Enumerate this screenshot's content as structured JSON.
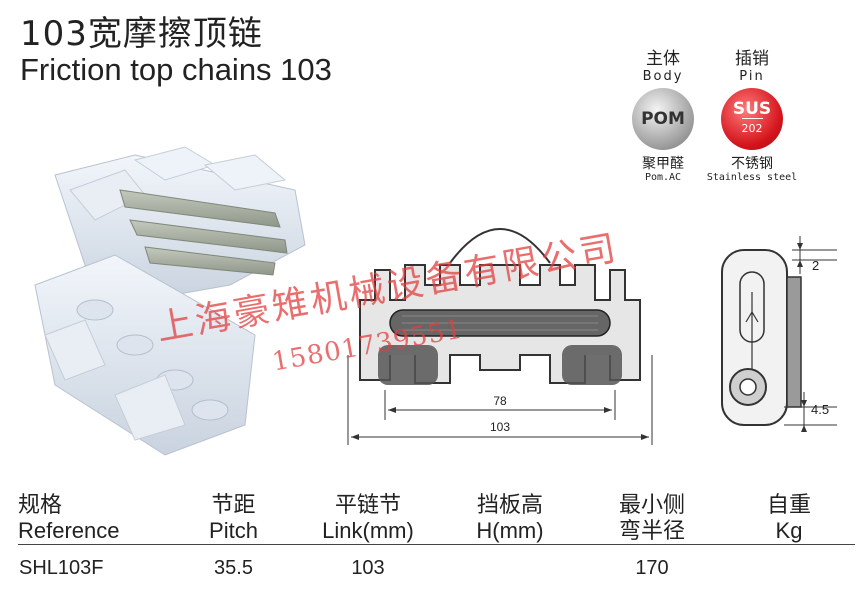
{
  "title": {
    "cn": "103宽摩擦顶链",
    "en": "Friction top chains 103"
  },
  "materials": [
    {
      "label_cn": "主体",
      "label_en": "Body",
      "badge": "POM",
      "grade": "",
      "name_cn": "聚甲醛",
      "name_en": "Pom.AC",
      "color": "#9a9a9a"
    },
    {
      "label_cn": "插销",
      "label_en": "Pin",
      "badge": "SUS",
      "grade": "202",
      "name_cn": "不锈钢",
      "name_en": "Stainless steel",
      "color": "#d4141c"
    }
  ],
  "watermark": {
    "company": "上海豪雉机械设备有限公司",
    "phone": "15801739551"
  },
  "dimensions": {
    "inner_width": "78",
    "outer_width": "103",
    "top_offset": "2",
    "bottom_offset": "4.5"
  },
  "table": {
    "headers": [
      {
        "cn": "规格",
        "en": "Reference"
      },
      {
        "cn": "节距",
        "en": "Pitch"
      },
      {
        "cn": "平链节",
        "en": "Link(mm)"
      },
      {
        "cn": "挡板高",
        "en": "H(mm)"
      },
      {
        "cn": "最小侧",
        "en": "弯半径"
      },
      {
        "cn": "自重",
        "en": "Kg"
      }
    ],
    "rows": [
      [
        "SHL103F",
        "35.5",
        "103",
        "",
        "170",
        ""
      ]
    ]
  }
}
